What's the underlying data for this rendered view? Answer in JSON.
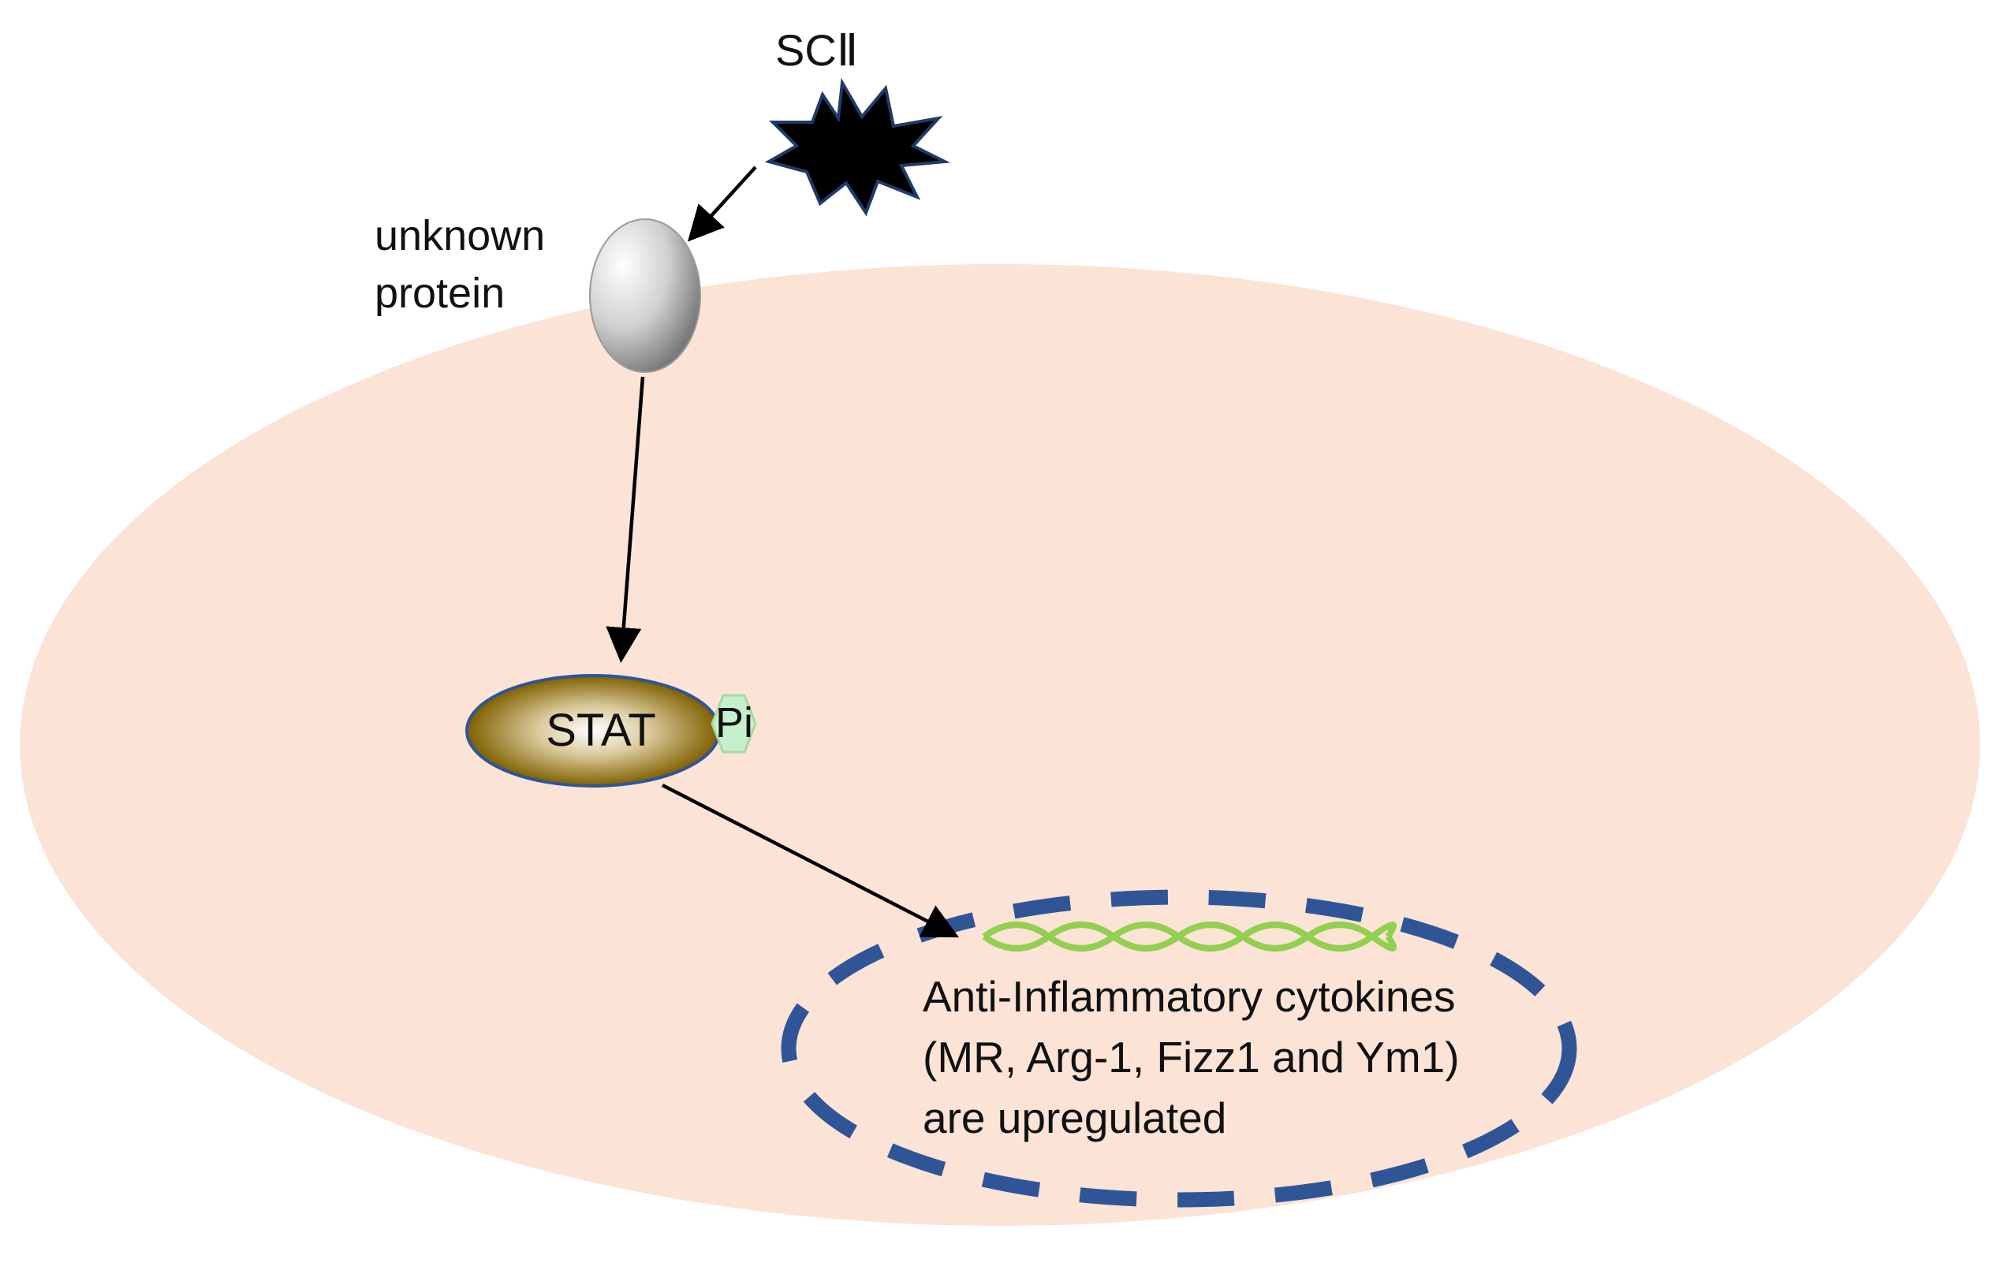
{
  "stimulus": {
    "label": "SCⅡ"
  },
  "receptor": {
    "label_line1": "unknown",
    "label_line2": "protein"
  },
  "stat": {
    "label": "STAT",
    "phosphate_label": "Pi"
  },
  "nucleus": {
    "line1": "Anti-Inflammatory cytokines",
    "line2": "(MR, Arg-1, Fizz1 and Ym1)",
    "line3": "are upregulated"
  },
  "colors": {
    "cell_fill": "#fbe3d6",
    "nucleus_border": "#2f5597",
    "dna": "#92d050",
    "stat_dark": "#7f6000",
    "stat_light": "#ffffff",
    "phosphate": "#c6efce",
    "receptor_light": "#ffffff",
    "receptor_dark": "#8c8c8c",
    "arrow": "#000000"
  },
  "icons": {
    "stimulus": "starburst-icon",
    "receptor": "ellipse-protein-icon",
    "dna": "double-helix-icon"
  }
}
